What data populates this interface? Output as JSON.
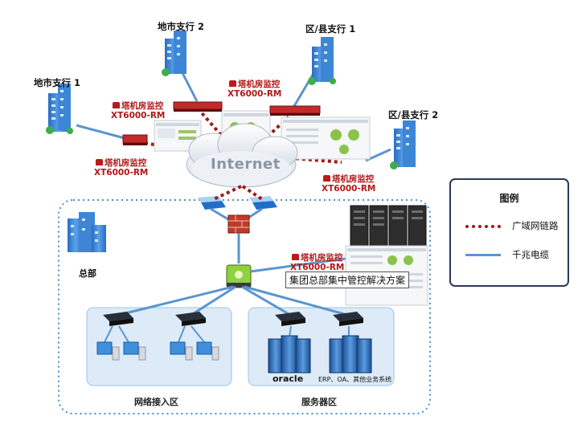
{
  "branches": {
    "city_branch_1": "地市支行 1",
    "city_branch_2": "地市支行 2",
    "county_branch_1": "区/县支行 1",
    "county_branch_2": "区/县支行 2"
  },
  "monitor_devices": {
    "product_line1": "塔机房监控",
    "product_line2": "XT6000-RM"
  },
  "cloud_label": "Internet",
  "headquarters_label": "总部",
  "solution_caption": "集团总部集中管控解决方案",
  "zones": {
    "network_access": "网络接入区",
    "servers": "服务器区"
  },
  "server_labels": {
    "oracle": "oracle",
    "erp": "ERP、OA、其他业务系统"
  },
  "legend": {
    "title": "图例",
    "wan_link": "广域网链路",
    "gigabit_cable": "千兆电缆"
  },
  "colors": {
    "wan_link": "#a01818",
    "cable": "#5b95cf",
    "zone_fill": "#dcebf7",
    "building": "#2f74c8",
    "legend_border": "#2b3a5a"
  }
}
